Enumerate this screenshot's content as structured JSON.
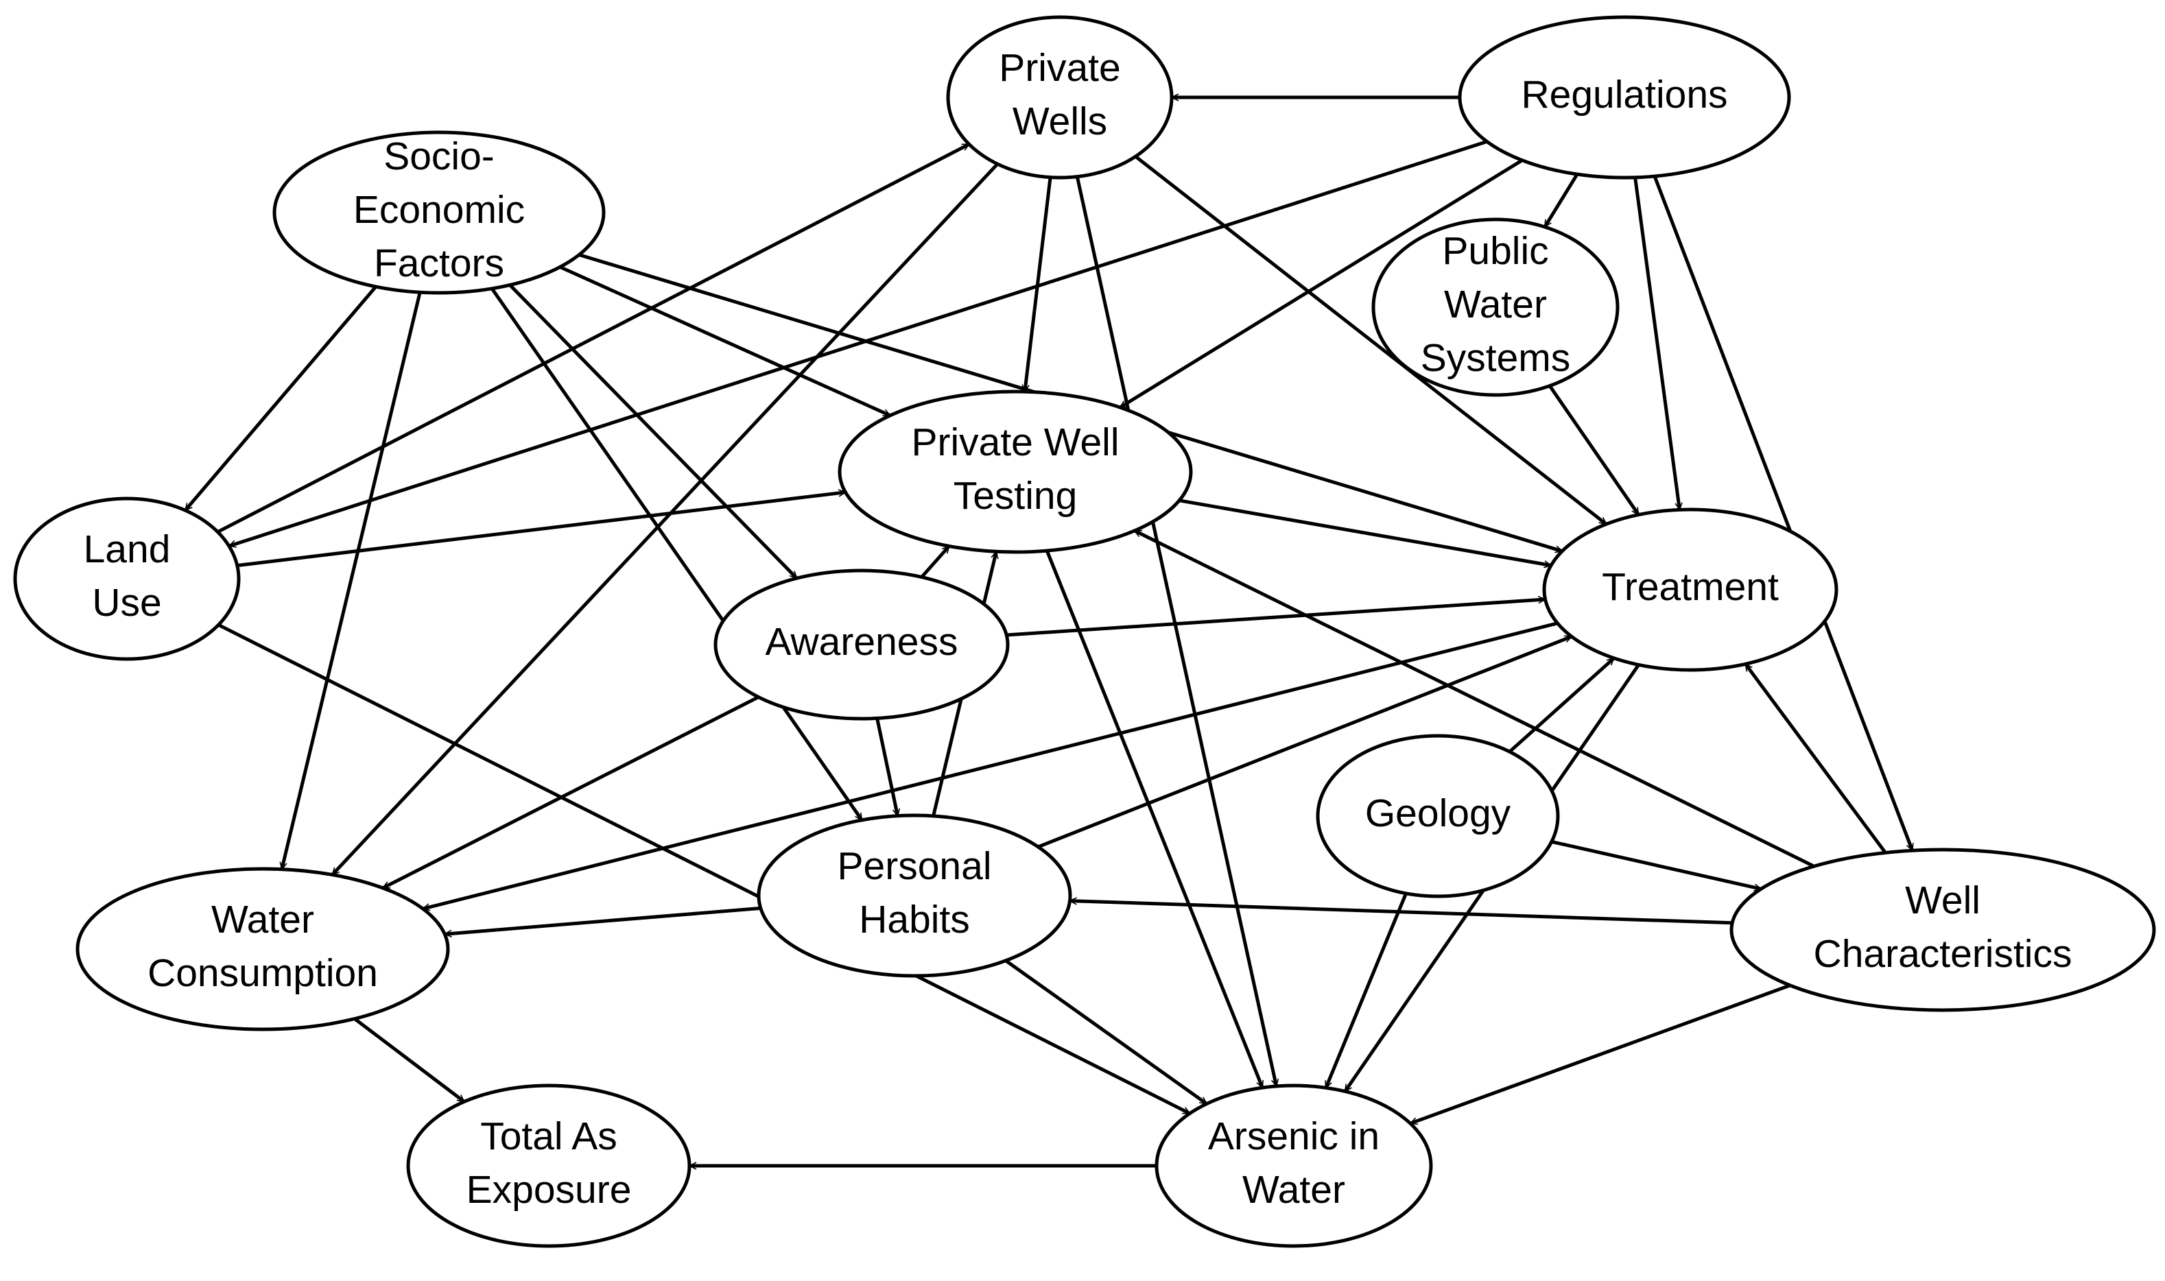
{
  "nodes": [
    {
      "id": "private_wells",
      "lines": [
        "Private",
        "Wells"
      ]
    },
    {
      "id": "regulations",
      "lines": [
        "Regulations"
      ]
    },
    {
      "id": "socio",
      "lines": [
        "Socio-",
        "Economic",
        "Factors"
      ]
    },
    {
      "id": "public_water",
      "lines": [
        "Public",
        "Water",
        "Systems"
      ]
    },
    {
      "id": "pwt",
      "lines": [
        "Private Well",
        "Testing"
      ]
    },
    {
      "id": "land_use",
      "lines": [
        "Land",
        "Use"
      ]
    },
    {
      "id": "treatment",
      "lines": [
        "Treatment"
      ]
    },
    {
      "id": "awareness",
      "lines": [
        "Awareness"
      ]
    },
    {
      "id": "geology",
      "lines": [
        "Geology"
      ]
    },
    {
      "id": "personal_habits",
      "lines": [
        "Personal",
        "Habits"
      ]
    },
    {
      "id": "water_consumption",
      "lines": [
        "Water",
        "Consumption"
      ]
    },
    {
      "id": "well_char",
      "lines": [
        "Well",
        "Characteristics"
      ]
    },
    {
      "id": "total_exposure",
      "lines": [
        "Total As",
        "Exposure"
      ]
    },
    {
      "id": "arsenic",
      "lines": [
        "Arsenic in",
        "Water"
      ]
    }
  ],
  "edges": [
    {
      "from": "regulations",
      "to": "private_wells"
    },
    {
      "from": "regulations",
      "to": "land_use"
    },
    {
      "from": "regulations",
      "to": "pwt"
    },
    {
      "from": "regulations",
      "to": "public_water"
    },
    {
      "from": "regulations",
      "to": "treatment"
    },
    {
      "from": "regulations",
      "to": "well_char"
    },
    {
      "from": "land_use",
      "to": "private_wells"
    },
    {
      "from": "land_use",
      "to": "pwt"
    },
    {
      "from": "land_use",
      "to": "arsenic"
    },
    {
      "from": "socio",
      "to": "land_use"
    },
    {
      "from": "socio",
      "to": "pwt"
    },
    {
      "from": "socio",
      "to": "treatment"
    },
    {
      "from": "socio",
      "to": "awareness"
    },
    {
      "from": "socio",
      "to": "personal_habits"
    },
    {
      "from": "socio",
      "to": "water_consumption"
    },
    {
      "from": "private_wells",
      "to": "pwt"
    },
    {
      "from": "private_wells",
      "to": "water_consumption"
    },
    {
      "from": "private_wells",
      "to": "treatment"
    },
    {
      "from": "private_wells",
      "to": "arsenic"
    },
    {
      "from": "public_water",
      "to": "treatment"
    },
    {
      "from": "pwt",
      "to": "treatment"
    },
    {
      "from": "pwt",
      "to": "arsenic"
    },
    {
      "from": "awareness",
      "to": "pwt"
    },
    {
      "from": "awareness",
      "to": "treatment"
    },
    {
      "from": "awareness",
      "to": "personal_habits"
    },
    {
      "from": "awareness",
      "to": "water_consumption"
    },
    {
      "from": "treatment",
      "to": "water_consumption"
    },
    {
      "from": "treatment",
      "to": "arsenic"
    },
    {
      "from": "personal_habits",
      "to": "pwt"
    },
    {
      "from": "personal_habits",
      "to": "treatment"
    },
    {
      "from": "personal_habits",
      "to": "water_consumption"
    },
    {
      "from": "personal_habits",
      "to": "arsenic"
    },
    {
      "from": "geology",
      "to": "treatment"
    },
    {
      "from": "geology",
      "to": "well_char"
    },
    {
      "from": "geology",
      "to": "arsenic"
    },
    {
      "from": "well_char",
      "to": "treatment"
    },
    {
      "from": "well_char",
      "to": "pwt"
    },
    {
      "from": "well_char",
      "to": "personal_habits"
    },
    {
      "from": "well_char",
      "to": "arsenic"
    },
    {
      "from": "water_consumption",
      "to": "total_exposure"
    },
    {
      "from": "arsenic",
      "to": "total_exposure"
    }
  ]
}
